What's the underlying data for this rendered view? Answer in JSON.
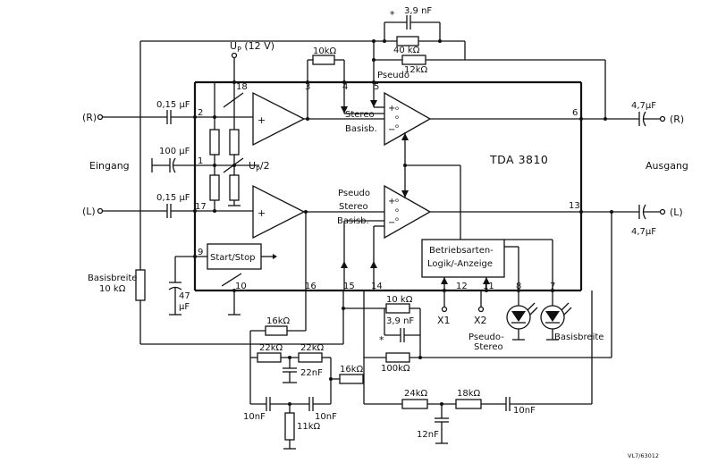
{
  "chip": "TDA 3810",
  "pins": {
    "p1": "1",
    "p2": "2",
    "p3": "3",
    "p4": "4",
    "p5": "5",
    "p6": "6",
    "p7": "7",
    "p8": "8",
    "p9": "9",
    "p10": "10",
    "p11": "11",
    "p12": "12",
    "p13": "13",
    "p14": "14",
    "p15": "15",
    "p16": "16",
    "p17": "17",
    "p18": "18"
  },
  "labels": {
    "supply": "U",
    "supply_sub": "P",
    "supply_value": " (12 V)",
    "half_supply": "U",
    "half_supply_sub": "P",
    "half_supply_value": "/2",
    "input_r": "(R)",
    "input_l": "(L)",
    "output_r": "(R)",
    "output_l": "(L)",
    "eingang": "Eingang",
    "ausgang": "Ausgang",
    "pseudo_top": "Pseudo",
    "stereo_top": "Stereo",
    "basisb_top": "Basisb.",
    "pseudo_bot": "Pseudo",
    "stereo_bot": "Stereo",
    "basisb_bot": "Basisb.",
    "start_stop": "Start/Stop",
    "logic_line1": "Betriebsarten-",
    "logic_line2": "Logik/-Anzeige",
    "x1": "X1",
    "x2": "X2",
    "pseudo_stereo_1": "Pseudo-",
    "pseudo_stereo_2": "Stereo",
    "basisbreite_led": "Basisbreite",
    "basisbreite_pot_1": "Basisbreite",
    "basisbreite_pot_2": "10 kΩ",
    "star": "*",
    "star2": "*",
    "drawing_code": "VL7/63012"
  },
  "components": {
    "c_in_r": "0,15 µF",
    "c_in_l": "0,15 µF",
    "c_100": "100 µF",
    "c_47_a": "47",
    "c_47_b": "µF",
    "c_out_r": "4,7µF",
    "c_out_l": "4,7µF",
    "c_3n9_top": "3,9 nF",
    "r_40k": "40 kΩ",
    "r_12k": "12kΩ",
    "r_10k_top": "10kΩ",
    "r_10k_bot": "10 kΩ",
    "c_3n9_bot": "3,9 nF",
    "r_100k": "100kΩ",
    "r_16k_a": "16kΩ",
    "r_16k_b": "16kΩ",
    "r_22k_a": "22kΩ",
    "r_22k_b": "22kΩ",
    "c_22n": "22nF",
    "c_10n_a": "10nF",
    "c_10n_b": "10nF",
    "c_10n_c": "10nF",
    "r_11k": "11kΩ",
    "r_24k": "24kΩ",
    "r_18k": "18kΩ",
    "c_12n": "12nF"
  }
}
